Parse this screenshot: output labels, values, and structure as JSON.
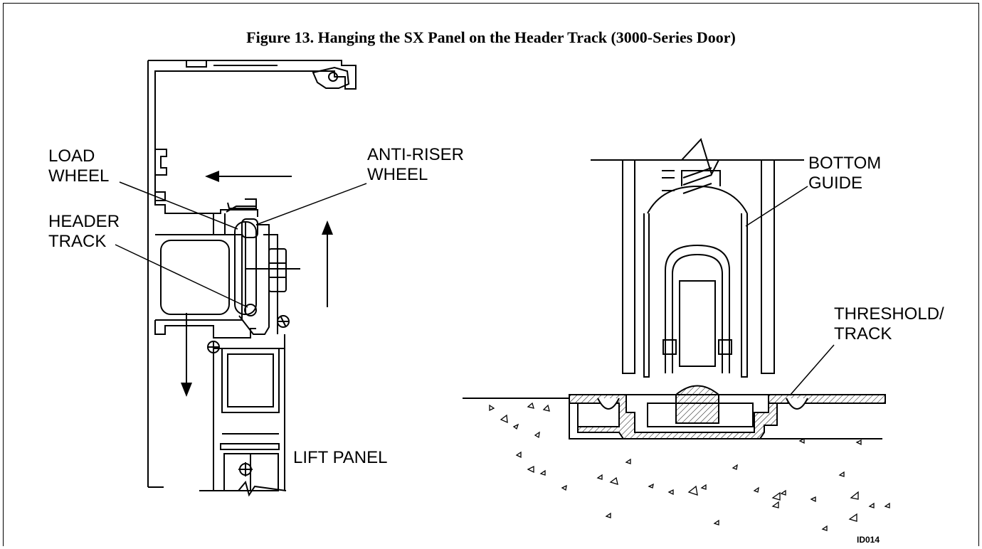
{
  "figure": {
    "title": "Figure 13.  Hanging the SX Panel on the Header Track (3000-Series Door)",
    "id_code": "ID014"
  },
  "left_view": {
    "load_wheel": [
      "LOAD",
      "WHEEL"
    ],
    "anti_riser_wheel": [
      "ANTI-RISER",
      "WHEEL"
    ],
    "header_track": [
      "HEADER",
      "TRACK"
    ],
    "lift_panel": "LIFT PANEL"
  },
  "right_view": {
    "bottom_guide": [
      "BOTTOM",
      "GUIDE"
    ],
    "threshold_track": [
      "THRESHOLD/",
      "TRACK"
    ]
  }
}
